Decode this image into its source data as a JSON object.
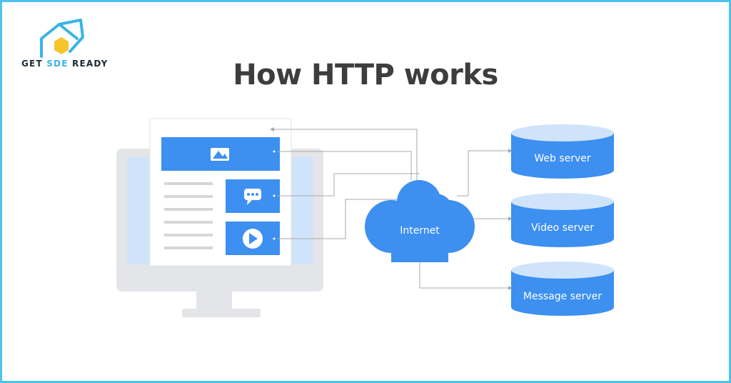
{
  "brand": {
    "name_part1": "GET ",
    "name_part2": "SDE",
    "name_part3": " READY"
  },
  "title": "How HTTP works",
  "cloud_label": "Internet",
  "servers": [
    "Web server",
    "Video server",
    "Message server"
  ],
  "icons": [
    "image-icon",
    "chat-icon",
    "play-icon"
  ],
  "colors": {
    "frame": "#4fc3ec",
    "primary_blue": "#3d8ff0",
    "light_blue": "#cfe4fb",
    "monitor_grey": "#e3e5e8",
    "line_grey": "#a7a9ad",
    "title_text": "#3d3d3d"
  }
}
